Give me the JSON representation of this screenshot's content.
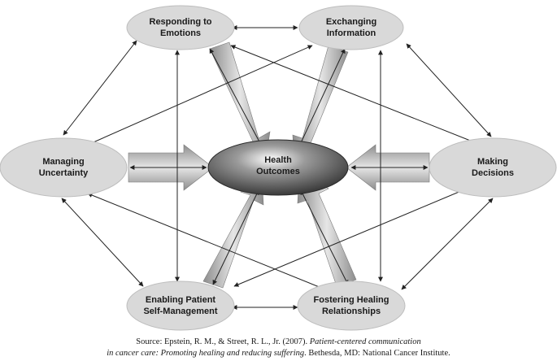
{
  "center": {
    "line1": "Health",
    "line2": "Outcomes"
  },
  "nodes": {
    "responding": {
      "line1": "Responding to",
      "line2": "Emotions"
    },
    "exchanging": {
      "line1": "Exchanging",
      "line2": "Information"
    },
    "managing": {
      "line1": "Managing",
      "line2": "Uncertainty"
    },
    "making": {
      "line1": "Making",
      "line2": "Decisions"
    },
    "enabling": {
      "line1": "Enabling Patient",
      "line2": "Self-Management"
    },
    "fostering": {
      "line1": "Fostering Healing",
      "line2": "Relationships"
    }
  },
  "caption": {
    "line1_plain": "Source: Epstein, R. M., & Street, R. L., Jr. (2007). ",
    "line1_italic": "Patient-centered communication",
    "line2_italic": "in cancer care: Promoting healing and reducing suffering",
    "line2_plain": ". Bethesda, MD: National Cancer Institute."
  },
  "colors": {
    "node_fill": "#d9d9d9",
    "center_fill": "#5a5a5a",
    "arrow_fill": "#b8b8b8",
    "connector": "#222222"
  }
}
